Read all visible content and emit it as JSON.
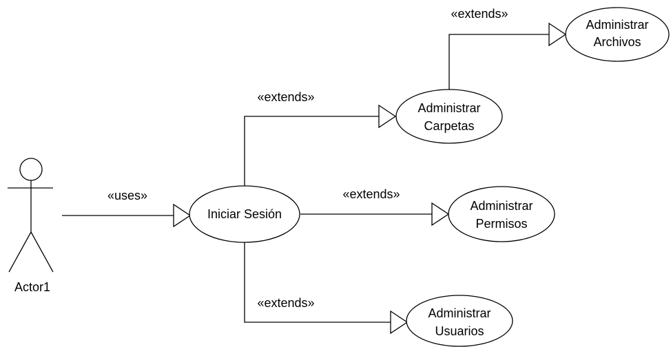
{
  "actor": {
    "name": "Actor1"
  },
  "use_cases": {
    "iniciar_sesion": {
      "lines": [
        "Iniciar Sesión"
      ]
    },
    "administrar_carpetas": {
      "lines": [
        "Administrar",
        "Carpetas"
      ]
    },
    "administrar_archivos": {
      "lines": [
        "Administrar",
        "Archivos"
      ]
    },
    "administrar_permisos": {
      "lines": [
        "Administrar",
        "Permisos"
      ]
    },
    "administrar_usuarios": {
      "lines": [
        "Administrar",
        "Usuarios"
      ]
    }
  },
  "relationships": {
    "uses": {
      "label": "«uses»"
    },
    "extends_carpetas": {
      "label": "«extends»"
    },
    "extends_archivos": {
      "label": "«extends»"
    },
    "extends_permisos": {
      "label": "«extends»"
    },
    "extends_usuarios": {
      "label": "«extends»"
    }
  },
  "colors": {
    "stroke": "#000000",
    "background": "#ffffff"
  }
}
